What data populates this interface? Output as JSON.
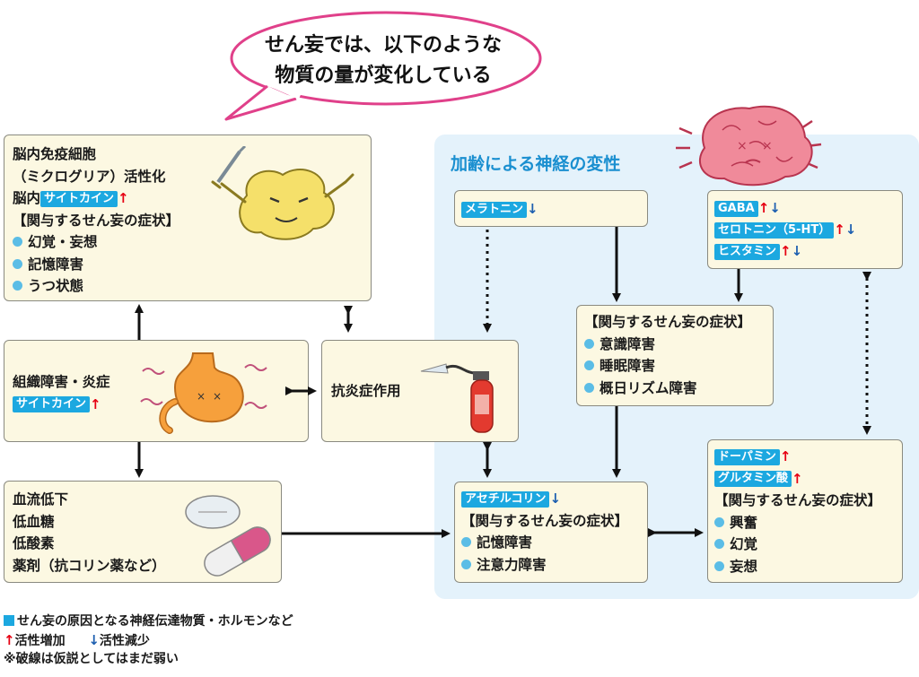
{
  "bubble": {
    "line1": "せん妄では、以下のような",
    "line2": "物質の量が変化している"
  },
  "aging": {
    "title": "加齢による神経の変性"
  },
  "immune_box": {
    "line1": "脳内免疫細胞",
    "line2": "（ミクログリア）活性化",
    "prefix": "脳内",
    "tag": "サイトカイン",
    "arrow": "↑",
    "header": "【関与するせん妄の症状】",
    "symptoms": [
      "幻覚・妄想",
      "記憶障害",
      "うつ状態"
    ]
  },
  "tissue_box": {
    "line1": "組織障害・炎症",
    "tag": "サイトカイン",
    "arrow": "↑"
  },
  "anti_box": {
    "label": "抗炎症作用"
  },
  "blood_box": {
    "lines": [
      "血流低下",
      "低血糖",
      "低酸素",
      "薬剤（抗コリン薬など）"
    ]
  },
  "melatonin_box": {
    "tag": "メラトニン",
    "arrow": "↓"
  },
  "gaba_box": {
    "rows": [
      {
        "tag": "GABA",
        "a1": "↑",
        "a2": "↓"
      },
      {
        "tag": "セロトニン（5-HT）",
        "a1": "↑",
        "a2": "↓"
      },
      {
        "tag": "ヒスタミン",
        "a1": "↑",
        "a2": "↓"
      }
    ]
  },
  "mid_box": {
    "header": "【関与するせん妄の症状】",
    "symptoms": [
      "意識障害",
      "睡眠障害",
      "概日リズム障害"
    ]
  },
  "ach_box": {
    "tag": "アセチルコリン",
    "arrow": "↓",
    "header": "【関与するせん妄の症状】",
    "symptoms": [
      "記憶障害",
      "注意力障害"
    ]
  },
  "dopa_box": {
    "tag1": "ドーパミン",
    "a1": "↑",
    "tag2": "グルタミン酸",
    "a2": "↑",
    "header": "【関与するせん妄の症状】",
    "symptoms": [
      "興奮",
      "幻覚",
      "妄想"
    ]
  },
  "legend": {
    "item1": "せん妄の原因となる神経伝達物質・ホルモンなど",
    "up_symbol": "↑",
    "up_label": "活性増加",
    "down_symbol": "↓",
    "down_label": "活性減少",
    "note": "※破線は仮説としてはまだ弱い"
  },
  "colors": {
    "box_fill": "#fcf8e2",
    "tag": "#1ca8e0",
    "up": "#e60012",
    "down": "#1d5fb0",
    "aging_bg": "#e4f2fb",
    "bubble_border": "#e0408a"
  }
}
